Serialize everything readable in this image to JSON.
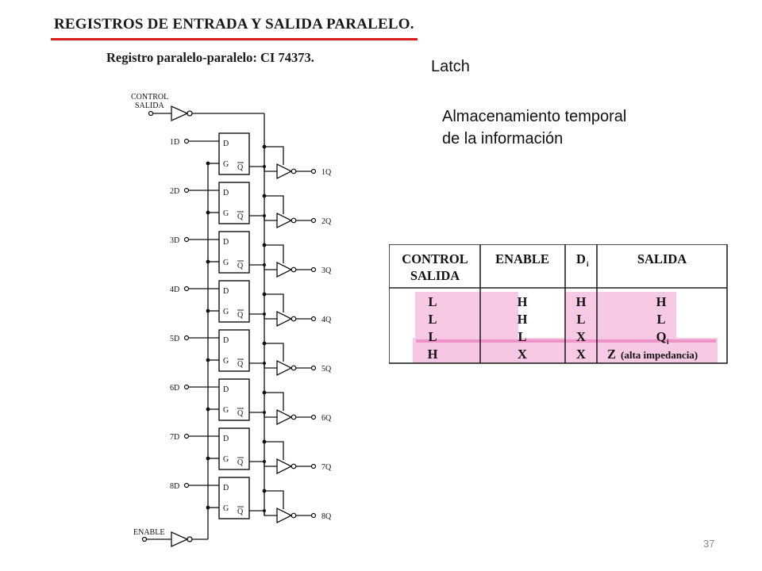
{
  "header": {
    "title": "REGISTROS DE ENTRADA Y SALIDA PARALELO.",
    "subtitle": "Registro paralelo-paralelo: CI 74373.",
    "accent_color": "#d91c1c"
  },
  "notes": {
    "latch": "Latch",
    "description_line1": "Almacenamiento temporal",
    "description_line2": "de la información"
  },
  "schematic": {
    "control_label_1": "CONTROL",
    "control_label_2": "SALIDA",
    "enable_label": "ENABLE",
    "latch_pins": {
      "d": "D",
      "g": "G",
      "q": "Q"
    },
    "inputs": [
      "1D",
      "2D",
      "3D",
      "4D",
      "5D",
      "6D",
      "7D",
      "8D"
    ],
    "outputs": [
      "1Q",
      "2Q",
      "3Q",
      "4Q",
      "5Q",
      "6Q",
      "7Q",
      "8Q"
    ]
  },
  "truth_table": {
    "highlight_color": "#f7c6e4",
    "headers": {
      "control_1": "CONTROL",
      "control_2": "SALIDA",
      "enable": "ENABLE",
      "d_main": "D",
      "d_sub": "i",
      "salida": "SALIDA"
    },
    "rows": [
      {
        "control": "L",
        "enable": "H",
        "d": "H",
        "out": "H",
        "out_sub": "",
        "out_note": ""
      },
      {
        "control": "L",
        "enable": "H",
        "d": "L",
        "out": "L",
        "out_sub": "",
        "out_note": ""
      },
      {
        "control": "L",
        "enable": "L",
        "d": "X",
        "out": "Q",
        "out_sub": "i",
        "out_note": ""
      },
      {
        "control": "H",
        "enable": "X",
        "d": "X",
        "out": "Z",
        "out_sub": "",
        "out_note": "(alta impedancia)"
      }
    ]
  },
  "footer": {
    "page_number": "37"
  }
}
